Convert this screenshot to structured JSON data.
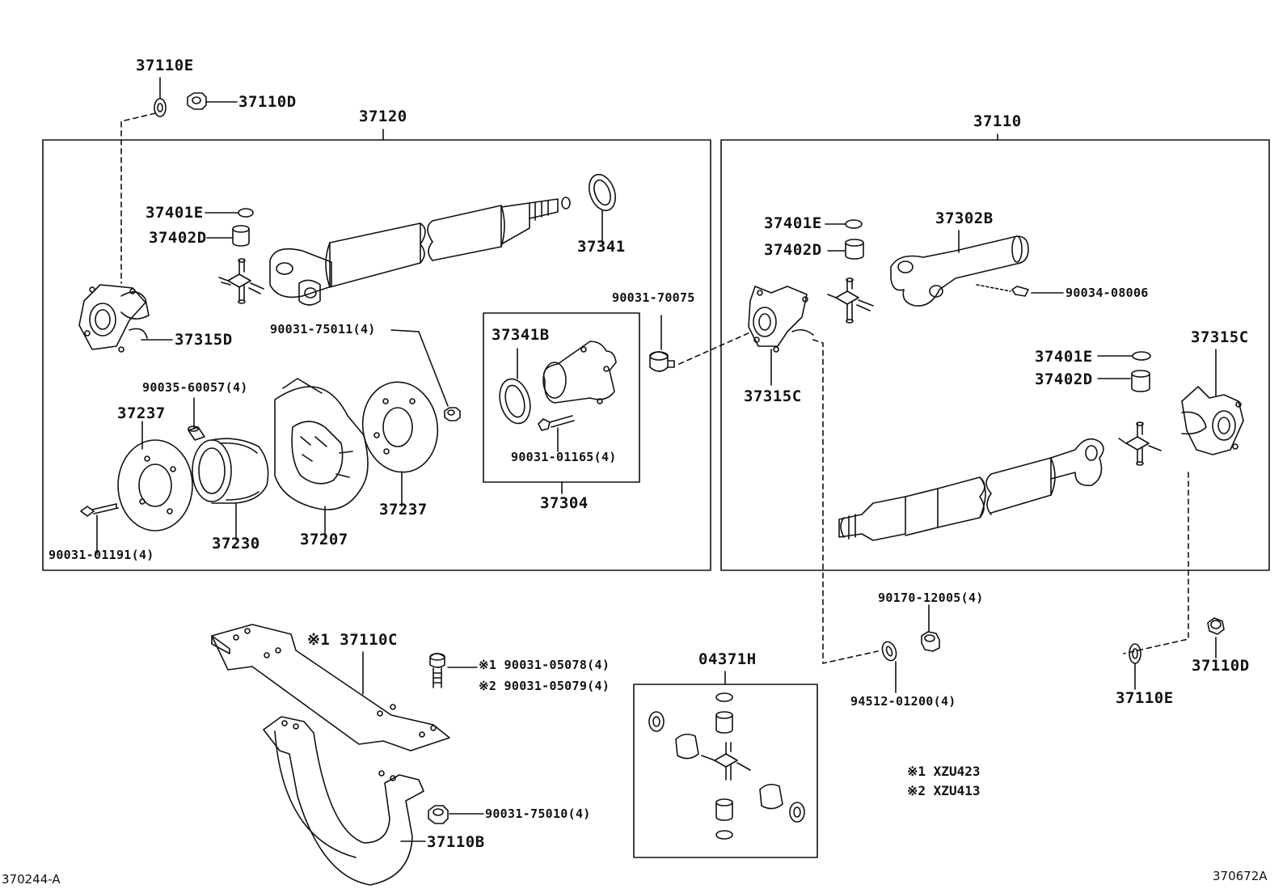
{
  "labels": {
    "p37110E_top": "37110E",
    "p37110D_top": "37110D",
    "p37120": "37120",
    "p37110": "37110",
    "p37401E_l": "37401E",
    "p37402D_l": "37402D",
    "p37341": "37341",
    "p37315D": "37315D",
    "b90031_75011": "90031-75011(4)",
    "b90035_60057": "90035-60057(4)",
    "p37237_l": "37237",
    "p37237_r": "37237",
    "p37230": "37230",
    "p37207": "37207",
    "b90031_01191": "90031-01191(4)",
    "p37341B": "37341B",
    "b90031_01165": "90031-01165(4)",
    "p37304": "37304",
    "b90031_70075": "90031-70075",
    "p37401E_r": "37401E",
    "p37402D_r": "37402D",
    "p37302B": "37302B",
    "b90034_08006": "90034-08006",
    "p37315C_mid": "37315C",
    "p37315C_right": "37315C",
    "p37401E_r2": "37401E",
    "p37402D_r2": "37402D",
    "b90170_12005": "90170-12005(4)",
    "b94512_01200": "94512-01200(4)",
    "p37110D_bot": "37110D",
    "p37110E_bot": "37110E",
    "p37110C": "※1 37110C",
    "b90031_05078": "※1 90031-05078(4)",
    "b90031_05079": "※2 90031-05079(4)",
    "p04371H": "04371H",
    "b90031_75010": "90031-75010(4)",
    "p37110B": "37110B"
  },
  "notes": {
    "note1": "※1 XZU423",
    "note2": "※2 XZU413"
  },
  "refs": {
    "left": "370244-A",
    "right": "370672A"
  }
}
